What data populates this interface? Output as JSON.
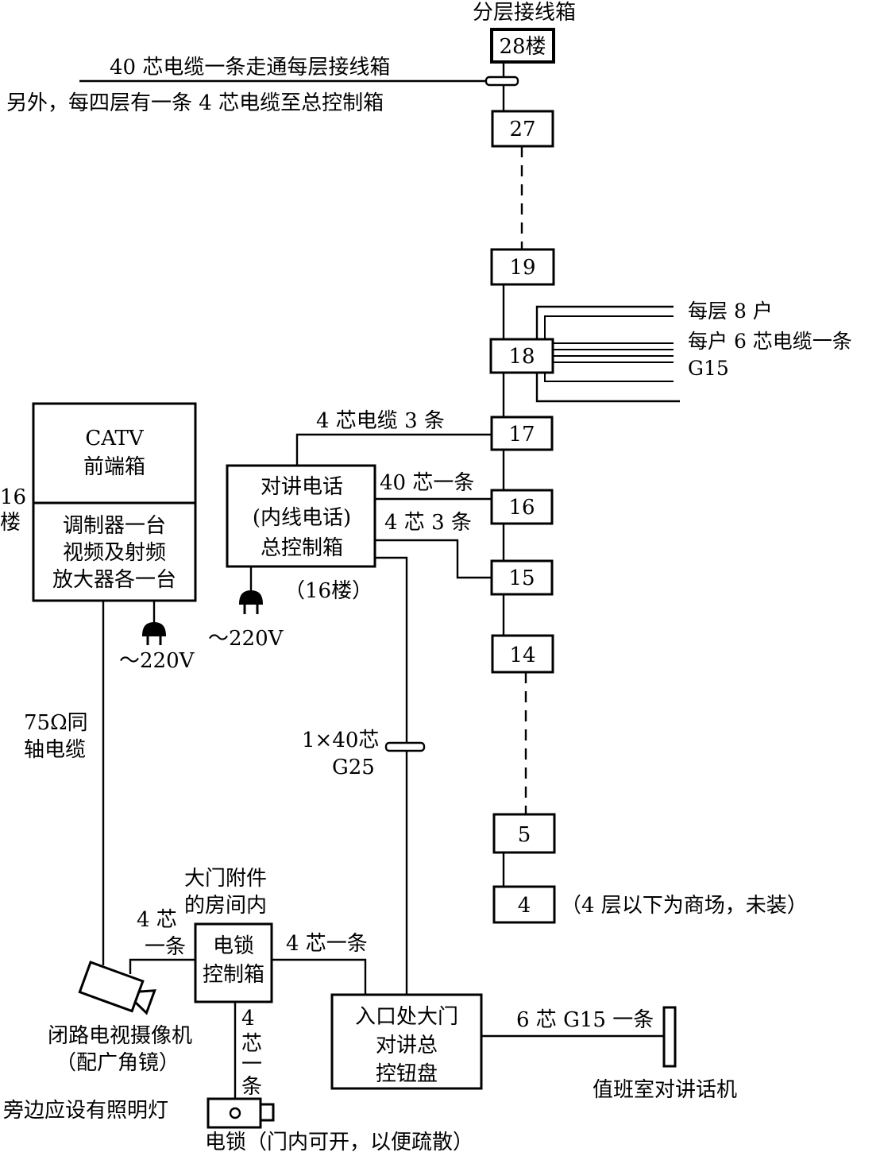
{
  "title_top": "分层接线箱",
  "note_line1": "40 芯电缆一条走通每层接线箱",
  "note_line2": "另外，每四层有一条 4 芯电缆至总控制箱",
  "floors": [
    "28楼",
    "27",
    "19",
    "18",
    "17",
    "16",
    "15",
    "14",
    "5",
    "4"
  ],
  "per_floor": [
    "每层 8 户",
    "每户 6 芯电缆一条",
    "G15"
  ],
  "catv": {
    "head1": "CATV",
    "head2": "前端箱",
    "body": [
      "调制器一台",
      "视频及射频",
      "放大器各一台"
    ],
    "floor_label": [
      "16",
      "楼"
    ],
    "power": "～220V"
  },
  "intercom": {
    "lines": [
      "对讲电话",
      "(内线电话)",
      "总控制箱"
    ],
    "floor_note": "（16楼）",
    "power": "～220V"
  },
  "cables": {
    "c17": "4 芯电缆 3 条",
    "c16": "40 芯一条",
    "c15": "4 芯  3 条",
    "coax": [
      "75Ω同",
      "轴电缆"
    ],
    "main": [
      "1×40芯",
      "G25"
    ],
    "cam_cable": [
      "4 芯",
      "一条"
    ],
    "lock_to_panel": "4 芯一条",
    "lock_down": [
      "4",
      "芯",
      "一",
      "条"
    ],
    "duty": "6 芯 G15 一条"
  },
  "gate_note": [
    "大门附件",
    "的房间内"
  ],
  "lock_box": [
    "电锁",
    "控制箱"
  ],
  "entrance_panel": [
    "入口处大门",
    "对讲总",
    "控钮盘"
  ],
  "camera": [
    "闭路电视摄像机",
    "（配广角镜）"
  ],
  "duty_room": "值班室对讲话机",
  "light_note": "旁边应设有照明灯",
  "lock_label": "电锁（门内可开，以便疏散）",
  "floor4_note": "（4 层以下为商场，未装）"
}
